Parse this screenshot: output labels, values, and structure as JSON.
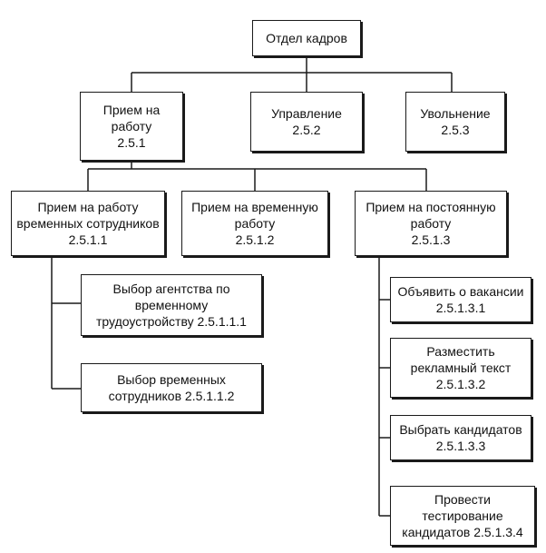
{
  "diagram": {
    "root": {
      "label": "Отдел кадров"
    },
    "level1": {
      "hiring": {
        "line1": "Прием на",
        "line2": "работу",
        "code": "2.5.1"
      },
      "management": {
        "line1": "Управление",
        "code": "2.5.2"
      },
      "dismissal": {
        "line1": "Увольнение",
        "code": "2.5.3"
      }
    },
    "level2": {
      "temp_staff": {
        "line1": "Прием на работу",
        "line2": "временных сотрудников",
        "code": "2.5.1.1"
      },
      "temp_work": {
        "line1": "Прием на временную",
        "line2": "работу",
        "code": "2.5.1.2"
      },
      "permanent": {
        "line1": "Прием на постоянную",
        "line2": "работу",
        "code": "2.5.1.3"
      }
    },
    "level3_left": {
      "agency": {
        "line1": "Выбор агентства по",
        "line2": "временному",
        "line3": "трудоустройству 2.5.1.1.1"
      },
      "select_temp": {
        "line1": "Выбор временных",
        "line2": "сотрудников 2.5.1.1.2"
      }
    },
    "level3_right": {
      "announce": {
        "line1": "Объявить о вакансии",
        "code": "2.5.1.3.1"
      },
      "post_ad": {
        "line1": "Разместить",
        "line2": "рекламный текст",
        "code": "2.5.1.3.2"
      },
      "choose": {
        "line1": "Выбрать кандидатов",
        "code": "2.5.1.3.3"
      },
      "test": {
        "line1": "Провести",
        "line2": "тестирование",
        "line3": "кандидатов 2.5.1.3.4"
      }
    }
  },
  "colors": {
    "line": "#1a1a1a",
    "box_border": "#1a1a1a",
    "background": "#ffffff"
  }
}
